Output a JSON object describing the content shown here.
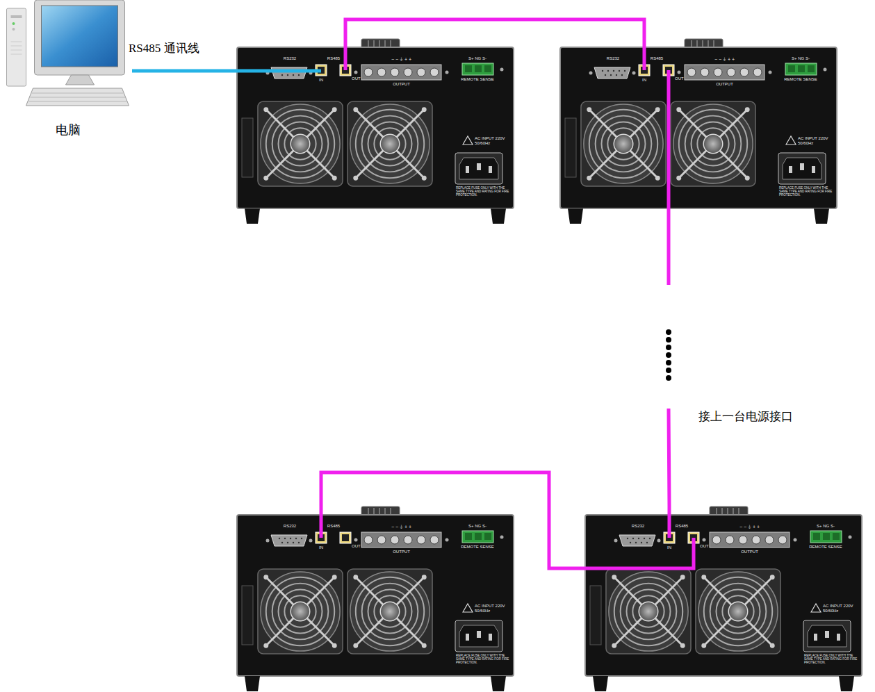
{
  "diagram": {
    "nodes": [
      {
        "text": [
          "电脑"
        ]
      },
      {
        "text": [
          "RS232",
          "RS485",
          "IN",
          "OUT",
          "− − ⏚ + +",
          "OUTPUT",
          "S+ NG S-",
          "REMOTE SENSE",
          "AC INPUT 220V 50/60Hz",
          "REPLACE FUSE ONLY WITH THE SAME TYPE AND RATING FOR FIRE PROTECTION."
        ]
      },
      {
        "text": [
          "RS232",
          "RS485",
          "IN",
          "OUT",
          "− − ⏚ + +",
          "OUTPUT",
          "S+ NG S-",
          "REMOTE SENSE",
          "AC INPUT 220V 50/60Hz",
          "REPLACE FUSE ONLY WITH THE SAME TYPE AND RATING FOR FIRE PROTECTION."
        ]
      },
      {
        "text": [
          "RS232",
          "RS485",
          "IN",
          "OUT",
          "− − ⏚ + +",
          "OUTPUT",
          "S+ NG S-",
          "REMOTE SENSE",
          "AC INPUT 220V 50/60Hz",
          "REPLACE FUSE ONLY WITH THE SAME TYPE AND RATING FOR FIRE PROTECTION."
        ]
      },
      {
        "text": [
          "RS232",
          "RS485",
          "IN",
          "OUT",
          "− − ⏚ + +",
          "OUTPUT",
          "S+ NG S-",
          "REMOTE SENSE",
          "AC INPUT 220V 50/60Hz",
          "REPLACE FUSE ONLY WITH THE SAME TYPE AND RATING FOR FIRE PROTECTION."
        ]
      }
    ],
    "edges": [
      {
        "from": 0,
        "to": 1,
        "arrow": "none",
        "label": "RS485 通讯线"
      },
      {
        "from": 1,
        "to": 2,
        "arrow": "none"
      },
      {
        "from": 2,
        "to": 4,
        "arrow": "none",
        "label": "接上一台电源接口"
      },
      {
        "from": 4,
        "to": 3,
        "arrow": "none"
      }
    ]
  }
}
